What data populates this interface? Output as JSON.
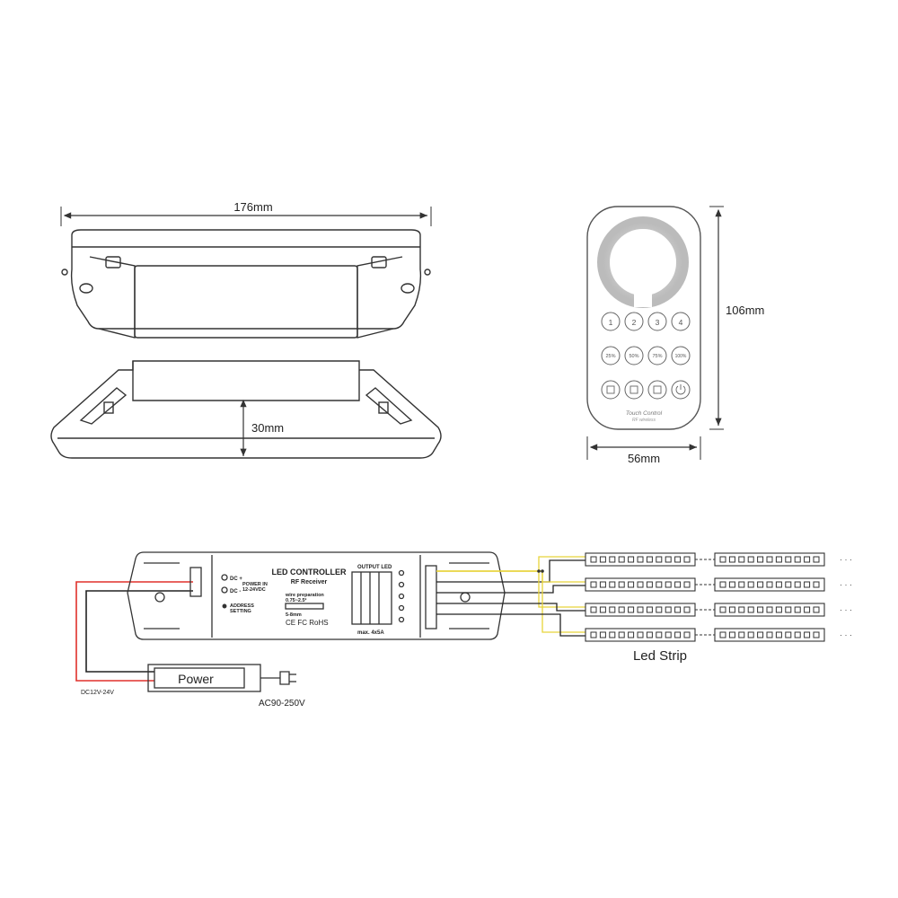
{
  "dimensions": {
    "length": "176mm",
    "height": "30mm",
    "remote_height": "106mm",
    "remote_width": "56mm"
  },
  "remote": {
    "zone_buttons": [
      "1",
      "2",
      "3",
      "4"
    ],
    "level_buttons": [
      "25%",
      "50%",
      "75%",
      "100%"
    ],
    "brand_line1": "Touch Control",
    "brand_line2": "RF wireless"
  },
  "controller": {
    "title": "LED CONTROLLER",
    "subtitle": "RF Receiver",
    "dc_plus": "DC +",
    "dc_minus": "DC -",
    "power_in": "POWER IN",
    "power_range": "12-24VDC",
    "address_setting_1": "ADDRESS",
    "address_setting_2": "SETTING",
    "wire_prep": "wire preparation",
    "wire_size": "0.75~2.5²",
    "wire_len": "5-8mm",
    "cert": "CE FC RoHS",
    "output_label": "OUTPUT LED",
    "max_current": "max. 4x5A"
  },
  "wiring": {
    "power_label": "Power",
    "dc_label": "DC12V-24V",
    "ac_label": "AC90-250V",
    "strip_label": "Led Strip",
    "ellipsis": "· · ·"
  },
  "colors": {
    "line": "#333333",
    "red_wire": "#e0312b",
    "yellow_wire": "#e8d43a",
    "dark_wire": "#222222"
  }
}
